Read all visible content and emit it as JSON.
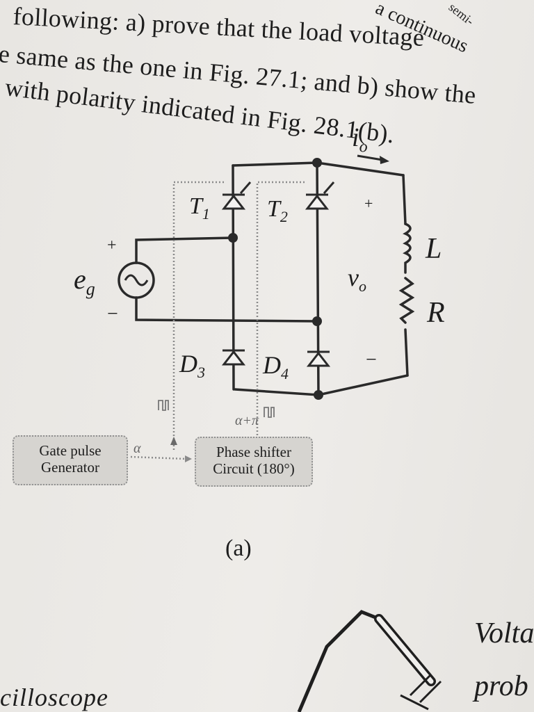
{
  "page_text": {
    "line1": "following: a) prove that the load voltage",
    "line1_tail": "a continuous",
    "line2": "e same as the one in Fig. 27.1; and b) show the",
    "line3": "with polarity indicated in Fig. 28.1(b).",
    "curve_fragment": "semi-"
  },
  "circuit": {
    "source_label": "e",
    "source_sub": "g",
    "source_plus": "+",
    "source_minus": "−",
    "thyristor1": "T",
    "thyristor1_sub": "1",
    "thyristor2": "T",
    "thyristor2_sub": "2",
    "diode3": "D",
    "diode3_sub": "3",
    "diode4": "D",
    "diode4_sub": "4",
    "current_label": "i",
    "current_sub": "o",
    "output_label": "v",
    "output_sub": "o",
    "output_plus": "+",
    "output_minus": "−",
    "inductor_label": "L",
    "resistor_label": "R",
    "alpha": "α",
    "alpha_pi": "α+π"
  },
  "blocks": {
    "gate_pulse": [
      "Gate pulse",
      "Generator"
    ],
    "phase_shifter": [
      "Phase shifter",
      "Circuit (180°)"
    ]
  },
  "caption": "(a)",
  "bottom": {
    "left_text": "cilloscope",
    "right_line1": "Volta",
    "right_line2": "prob"
  }
}
